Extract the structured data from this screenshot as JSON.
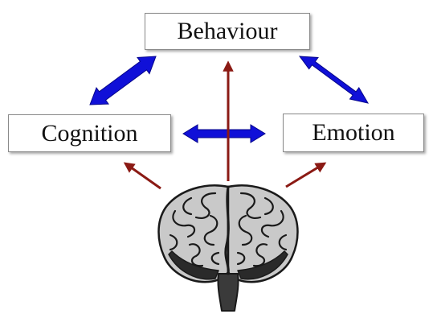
{
  "nodes": {
    "behaviour": "Behaviour",
    "cognition": "Cognition",
    "emotion": "Emotion"
  },
  "colors": {
    "double_arrow": "#1010d8",
    "single_arrow": "#8b1a14",
    "brain_fill": "#c9c9c9",
    "brain_outline": "#1a1a1a"
  },
  "icons": {
    "brain": "brain-icon"
  }
}
